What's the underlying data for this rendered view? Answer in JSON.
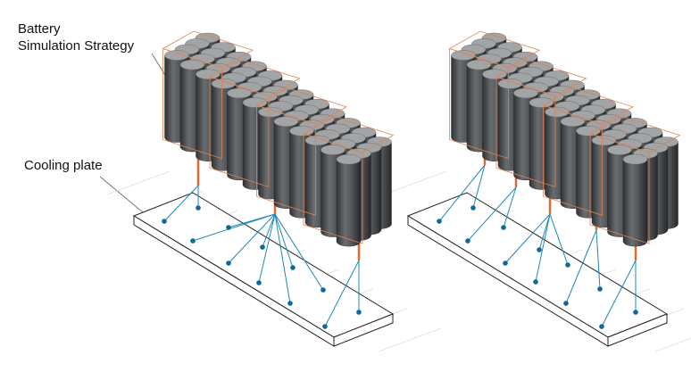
{
  "labels": {
    "battery_line1": "Battery",
    "battery_line2": "Simulation Strategy",
    "cooling_plate": "Cooling plate"
  },
  "colors": {
    "cell_body": "#55585b",
    "cell_top": "#a2a4a6",
    "module_outline": "#e08254",
    "tab_connector": "#e06a2c",
    "cooling_link": "#1e88b8",
    "cooling_node": "#10679a",
    "plate_outline": "#222222",
    "leader_line": "#777777"
  }
}
